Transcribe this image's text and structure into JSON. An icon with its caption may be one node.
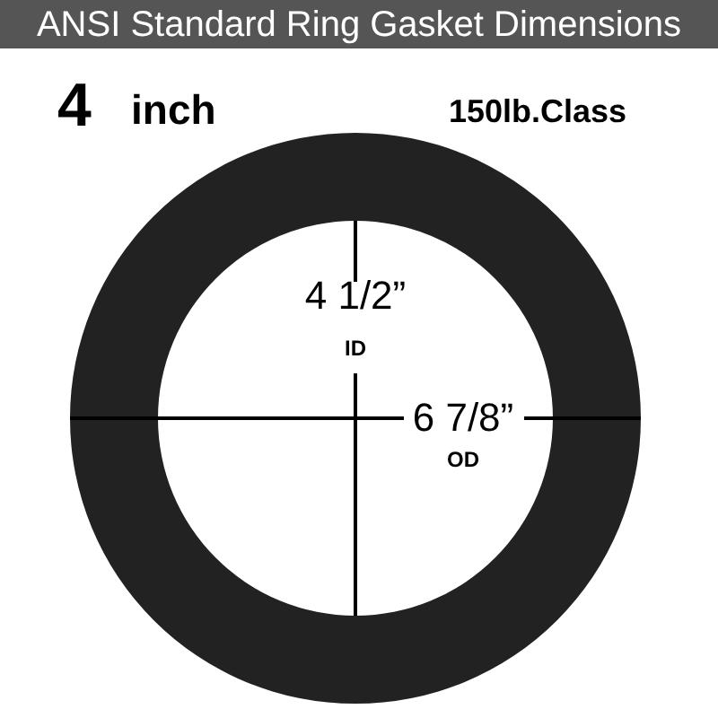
{
  "diagram": {
    "title": "ANSI Standard Ring Gasket Dimensions",
    "labels": [
      "4",
      "inch",
      "150lb.Class",
      "4 1/2”",
      "ID",
      "6 7/8”",
      "OD"
    ]
  }
}
